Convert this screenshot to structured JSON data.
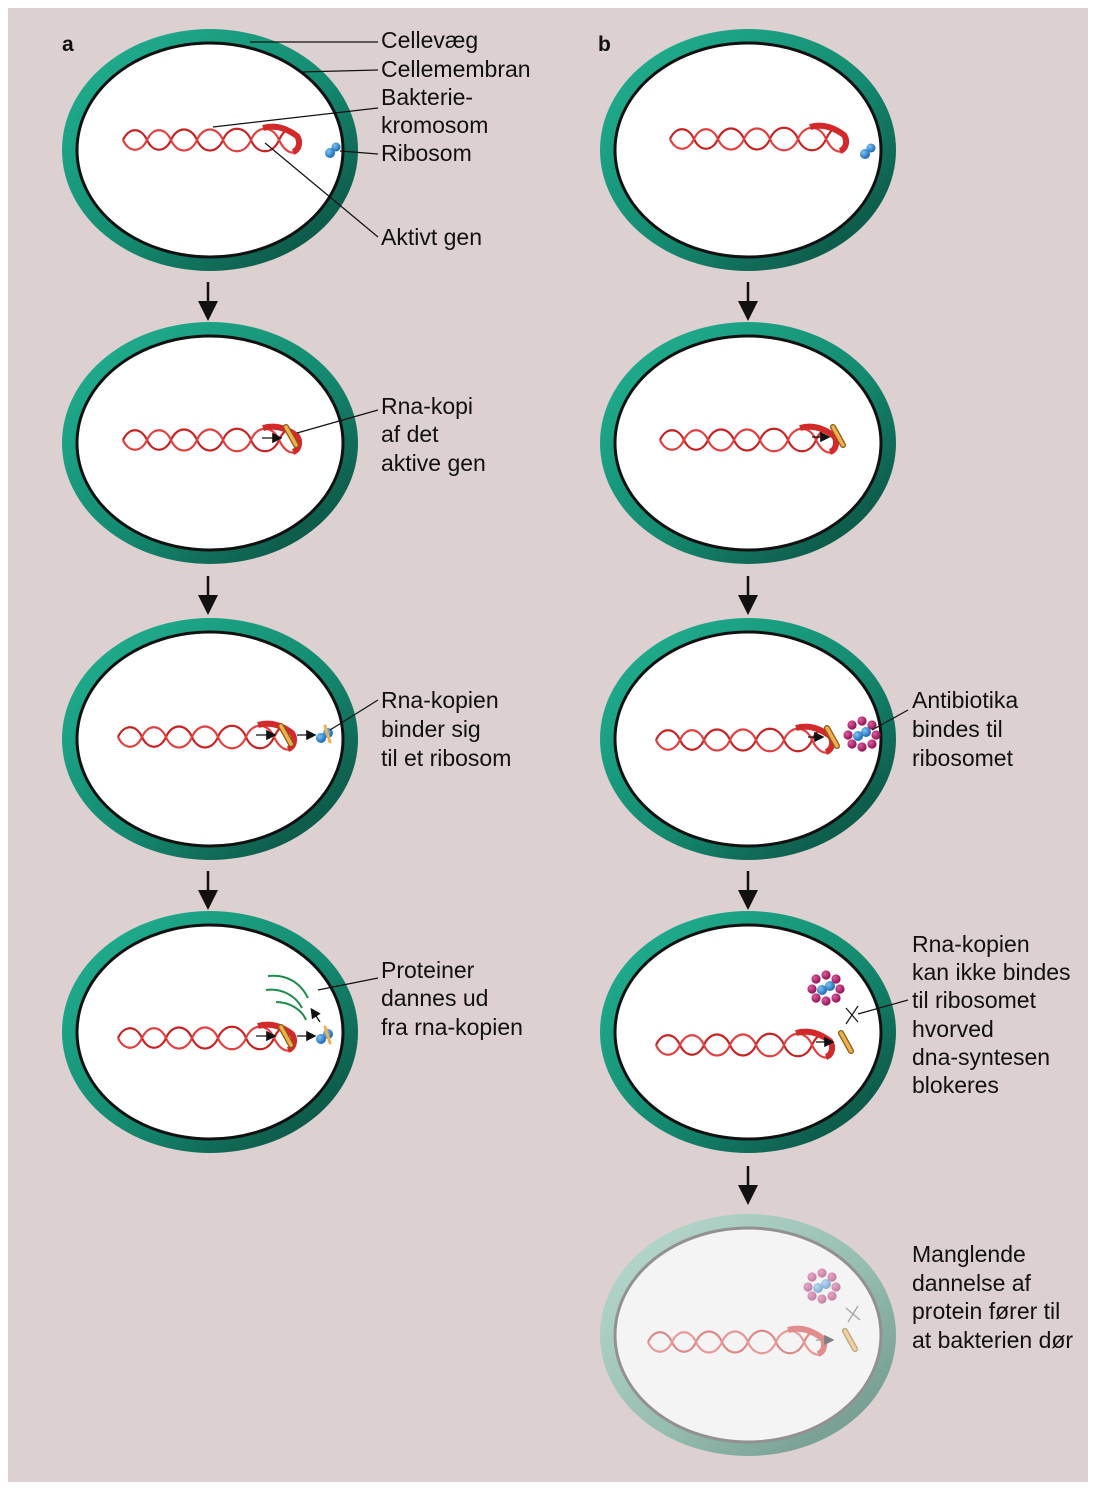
{
  "panels": {
    "a": {
      "letter": "a",
      "labels": {
        "cellevaeg": "Cellevæg",
        "cellemembran": "Cellemembran",
        "kromosom_1": "Bakterie-",
        "kromosom_2": "kromosom",
        "ribosom": "Ribosom",
        "aktivt_gen": "Aktivt gen",
        "rna_1": "Rna-kopi",
        "rna_2": "af det",
        "rna_3": "aktive gen",
        "binder_1": "Rna-kopien",
        "binder_2": "binder sig",
        "binder_3": "til et ribosom",
        "protein_1": "Proteiner",
        "protein_2": "dannes ud",
        "protein_3": "fra rna-kopien"
      }
    },
    "b": {
      "letter": "b",
      "labels": {
        "anti_1": "Antibiotika",
        "anti_2": "bindes til",
        "anti_3": "ribosomet",
        "block_1": "Rna-kopien",
        "block_2": "kan ikke bindes",
        "block_3": "til ribosomet",
        "block_4": "hvorved",
        "block_5": "dna-syntesen",
        "block_6": "blokeres",
        "death_1": "Manglende",
        "death_2": "dannelse af",
        "death_3": "protein fører til",
        "death_4": "at bakterien dør"
      }
    }
  },
  "colors": {
    "background": "#dcd0d1",
    "cell_wall_light": "#1aa88c",
    "cell_wall_dark": "#0c4a3c",
    "dna": "#d42a2a",
    "rna": "#e6a23c",
    "ribosome": "#1e7fd0",
    "antibiotic": "#b0206a",
    "protein": "#1e8a4c"
  }
}
